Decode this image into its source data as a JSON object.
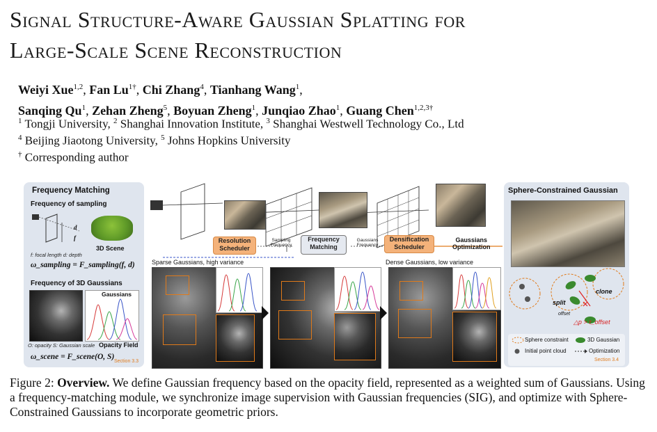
{
  "title": {
    "line1": "Signal Structure-Aware Gaussian Splatting for",
    "line2": "Large-Scale Scene Reconstruction"
  },
  "authors": [
    {
      "name": "Weiyi Xue",
      "sup": "1,2"
    },
    {
      "name": "Fan Lu",
      "sup": "1†"
    },
    {
      "name": "Chi Zhang",
      "sup": "4"
    },
    {
      "name": "Tianhang Wang",
      "sup": "1"
    },
    {
      "name": "Sanqing Qu",
      "sup": "1"
    },
    {
      "name": "Zehan Zheng",
      "sup": "5"
    },
    {
      "name": "Boyuan Zheng",
      "sup": "1"
    },
    {
      "name": "Junqiao Zhao",
      "sup": "1"
    },
    {
      "name": "Guang Chen",
      "sup": "1,2,3†"
    }
  ],
  "affiliations": {
    "line1": [
      {
        "sup": "1",
        "text": " Tongji University, "
      },
      {
        "sup": "2",
        "text": " Shanghai Innovation Institute, "
      },
      {
        "sup": "3",
        "text": " Shanghai Westwell Technology Co., Ltd"
      }
    ],
    "line2": [
      {
        "sup": "4",
        "text": " Beijing Jiaotong University, "
      },
      {
        "sup": "5",
        "text": " Johns Hopkins University"
      }
    ],
    "line3": [
      {
        "sup": "†",
        "text": " Corresponding author"
      }
    ]
  },
  "figure": {
    "left_panel": {
      "title": "Frequency Matching",
      "sub1": "Frequency of sampling",
      "d_label": "d",
      "f_label": "f",
      "scene_label": "3D Scene",
      "legend1": "f: focal length   d: depth",
      "formula1": "ω_sampling = F_sampling(f, d)",
      "sub2": "Frequency of 3D Gaussians",
      "gaussians_label": "Gaussians",
      "legend2": "O: opacity   S: Gaussian scale",
      "opacity_field": "Opacity Field",
      "formula2": "ω_scene = F_scene(O, S)",
      "section": "Section 3.3"
    },
    "center": {
      "resolution_scheduler": "Resolution\nScheduler",
      "sampling_frequency": "Sampling\nFrequency",
      "frequency_matching": "Frequency\nMatching",
      "gaussians_frequency": "Gaussians\nFrequency",
      "densification_scheduler": "Densification\nScheduler",
      "gaussians_optimization": "Gaussians\nOptimization",
      "sparse_label": "Sparse Gaussians,  high variance",
      "dense_label": "Dense Gaussians,  low variance"
    },
    "right_panel": {
      "title": "Sphere-Constrained Gaussian",
      "split": "split",
      "clone": "clone",
      "offset": "offset",
      "condition": "△p > τ_offset",
      "legend_sphere": "Sphere constraint",
      "legend_3d": "3D Gaussian",
      "legend_init": "Initial point cloud",
      "legend_opt": "Optimization",
      "section": "Section 3.4"
    },
    "colors": {
      "panel_bg": "#dfe5ee",
      "orange": "#e07a1a",
      "scheduler_fill": "#f4b27a",
      "gaussian_green": "#3a8a2e",
      "curve_red": "#d63a3a",
      "curve_green": "#3aa64a",
      "curve_blue": "#3a56c8"
    }
  },
  "caption": {
    "label": "Figure 2:",
    "bold": "Overview.",
    "text": " We define Gaussian frequency based on the opacity field, represented as a weighted sum of Gaussians. Using a frequency-matching module, we synchronize image supervision with Gaussian frequencies (SIG), and optimize with Sphere-Constrained Gaussians to incorporate geometric priors."
  }
}
